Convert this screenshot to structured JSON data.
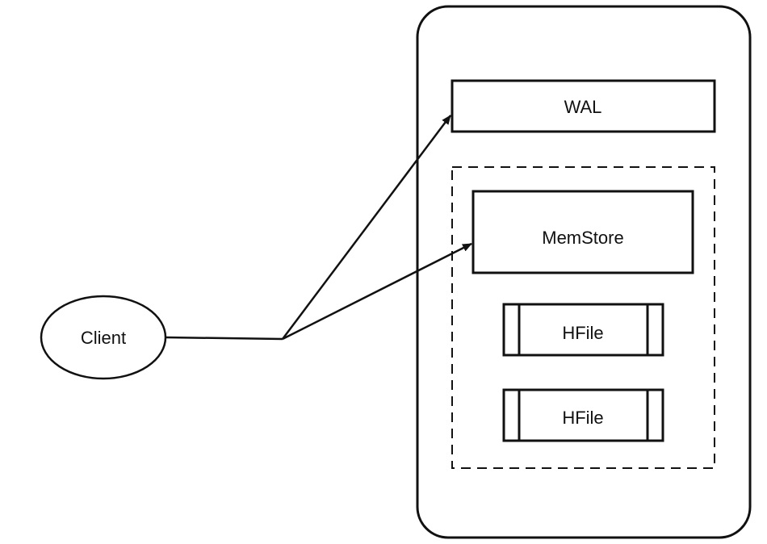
{
  "diagram": {
    "nodes": {
      "client": "Client",
      "wal": "WAL",
      "memstore": "MemStore",
      "hfiles": [
        "HFile",
        "HFile"
      ]
    },
    "edges": [
      {
        "from": "client",
        "to": "wal",
        "style": "arrow"
      },
      {
        "from": "client",
        "to": "memstore",
        "style": "arrow"
      }
    ],
    "colors": {
      "stroke": "#111111",
      "background": "#ffffff"
    }
  }
}
